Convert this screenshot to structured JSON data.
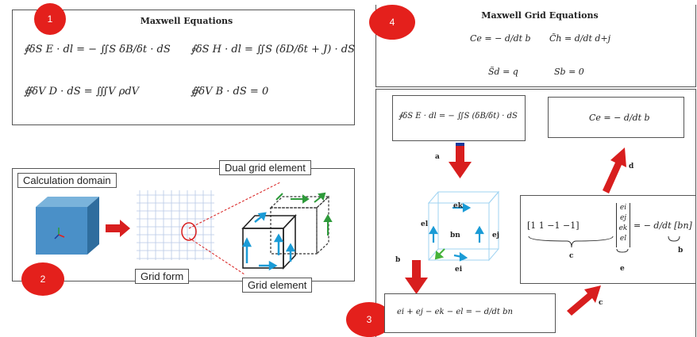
{
  "badges": {
    "b1": "1",
    "b2": "2",
    "b3": "3",
    "b4": "4"
  },
  "panel1": {
    "title": "Maxwell Equations",
    "eq1": "∮δS E · dl = − ∬S δB/δt · dS",
    "eq2": "∮δS H · dl = ∬S (δD/δt + J) · dS",
    "eq3": "∯δV D · dS = ∭V ρdV",
    "eq4": "∯δV B · dS = 0"
  },
  "panel2": {
    "calc_domain": "Calculation domain",
    "dual_grid": "Dual grid element",
    "grid_form": "Grid form",
    "grid_element": "Grid element"
  },
  "panel4": {
    "title": "Maxwell Grid Equations",
    "eq1": "Ce = − d/dt b",
    "eq2": "C̃h = d/dt d+j",
    "eq3": "S̃d = q",
    "eq4": "Sb = 0"
  },
  "panel3": {
    "stokes": "∮δS E · dl = − ∬S (δB/δt) · dS",
    "result": "Ce = − d/dt b",
    "matrix": "[1   1   −1   −1]",
    "matrix_rhs": "= − d/dt [bn]",
    "vector": [
      "ei",
      "ej",
      "ek",
      "el"
    ],
    "brace_c": "c",
    "brace_e": "e",
    "brace_b": "b",
    "discrete": "ei + ej − ek − el = − d/dt bn",
    "cell_labels": {
      "ek": "ek",
      "el": "el",
      "ei": "ei",
      "ej": "ej",
      "bn": "bn"
    },
    "arrow_labels": {
      "a": "a",
      "b": "b",
      "c": "c",
      "d": "d"
    }
  },
  "colors": {
    "badge": "#e4201c",
    "arrow": "#d81e1e",
    "cube": "#4a90c8",
    "edge_arrow": "#1a9bd6",
    "green": "#2e9a3a"
  }
}
